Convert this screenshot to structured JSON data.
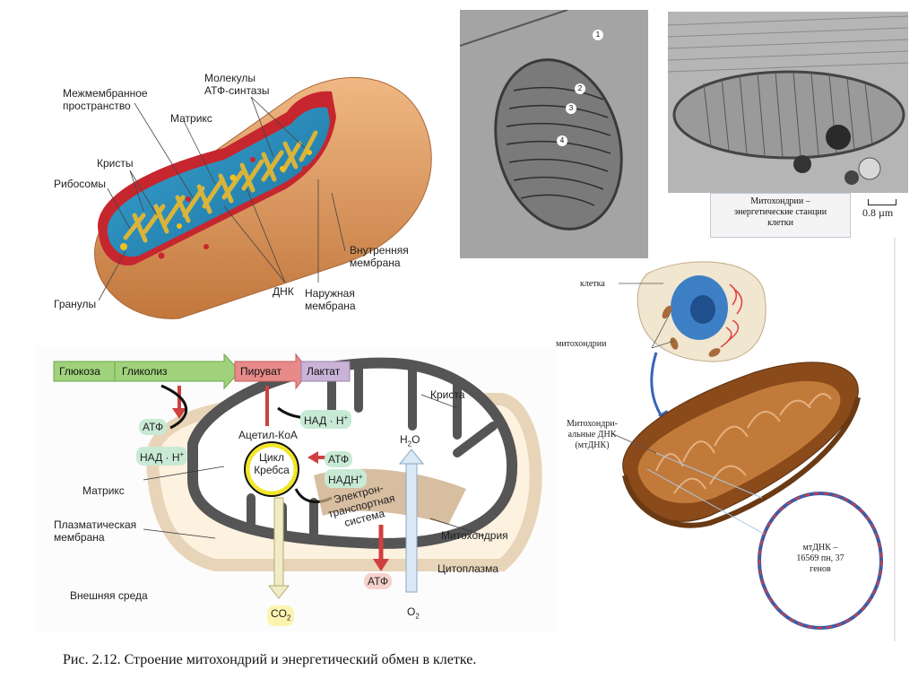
{
  "mito3d_labels": {
    "molecules": "Молекулы\nАТФ-синтазы",
    "intermembrane": "Межмембранное\nпространство",
    "matrix": "Матрикс",
    "cristae": "Кристы",
    "ribosomes": "Рибосомы",
    "granules": "Гранулы",
    "dna": "ДНК",
    "inner_membrane": "Внутренняя\nмембрана",
    "outer_membrane": "Наружная\nмембрана"
  },
  "em1_markers": [
    "1",
    "2",
    "3",
    "4"
  ],
  "em2": {
    "callout": "Митохондрии –\nэнергетические станции\nклетки",
    "scale": "0.8 µm"
  },
  "cell_panel": {
    "cell_label": "клетка",
    "mito_label": "митохондрии",
    "mtdna_label": "Митохондри-\nальные ДНК\n(мтДНК)",
    "ring_label": "мтДНК –\n16569 пн, 37\nгенов"
  },
  "metabolism": {
    "glucose": "Глюкоза",
    "glycolysis": "Гликолиз",
    "pyruvate": "Пируват",
    "lactate": "Лактат",
    "crista": "Криста",
    "atf_left": "АТФ",
    "nad_left": "НАД · Н",
    "nad_top": "НАД · Н",
    "acetyl": "Ацетил-КоА",
    "krebs": "Цикл\nКребса",
    "atf_mid": "АТФ",
    "nadh_mid": "НАДН",
    "matrix": "Матрикс",
    "plasma": "Плазматическая\nмембрана",
    "etc": "Электрон-\nтранспортная\nсистема",
    "mitochondrion": "Митохондрия",
    "cytoplasm": "Цитоплазма",
    "outer_env": "Внешняя среда",
    "atf_bottom": "АТФ",
    "h2o": "H",
    "co2": "CO",
    "o2": "O",
    "plus": "+",
    "sub2": "2"
  },
  "caption": "Рис. 2.12. Строение митохондрий и энергетический обмен в клетке.",
  "colors": {
    "mito_orange": "#d9955a",
    "matrix_blue": "#2a8fc0",
    "cristae_yellow": "#d9b43a",
    "green_arrow": "#9fd27a",
    "pink_arrow": "#e88a8a",
    "violet_arrow": "#c9b3d6"
  }
}
